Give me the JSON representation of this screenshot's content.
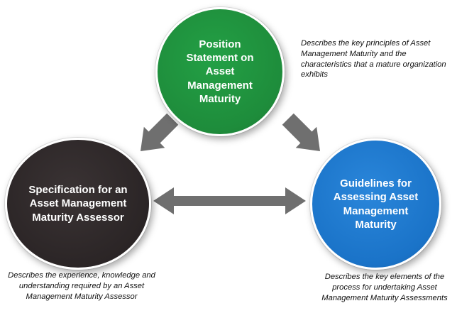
{
  "colors": {
    "top_circle": "#1e8c3b",
    "left_circle": "#2b2526",
    "right_circle": "#1a73c8",
    "arrow": "#6f6f6f"
  },
  "circles": {
    "top": {
      "title": "Position Statement on Asset Management Maturity"
    },
    "left": {
      "title": "Specification for an Asset Management Maturity Assessor"
    },
    "right": {
      "title": "Guidelines for Assessing Asset Management Maturity"
    }
  },
  "descriptions": {
    "top": "Describes the key principles of Asset Management Maturity and the characteristics that a mature organization exhibits",
    "left": "Describes the experience, knowledge and understanding required by an Asset Management Maturity Assessor",
    "right": "Describes the key elements of the process for undertaking Asset Management Maturity Assessments"
  }
}
